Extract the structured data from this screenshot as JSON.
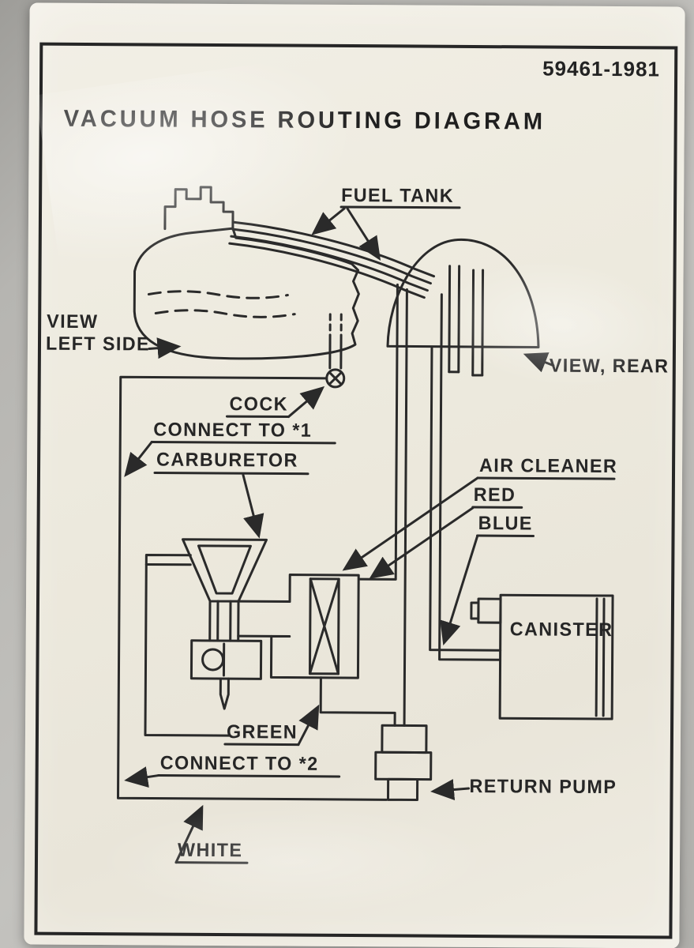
{
  "photo": {
    "background_color": "#b6b5b1",
    "sticker_color": "#efece2",
    "line_color": "#2a2a2a"
  },
  "header": {
    "part_number": "59461-1981",
    "title": "VACUUM HOSE ROUTING DIAGRAM"
  },
  "labels": {
    "fuel_tank": "FUEL TANK",
    "view_left_side_line1": "VIEW",
    "view_left_side_line2": "LEFT SIDE",
    "view_rear": "VIEW, REAR",
    "cock": "COCK",
    "connect_to_1": "CONNECT TO *1",
    "carburetor": "CARBURETOR",
    "air_cleaner": "AIR CLEANER",
    "red": "RED",
    "blue": "BLUE",
    "canister": "CANISTER",
    "green": "GREEN",
    "connect_to_2": "CONNECT TO *2",
    "return_pump": "RETURN PUMP",
    "white": "WHITE"
  }
}
